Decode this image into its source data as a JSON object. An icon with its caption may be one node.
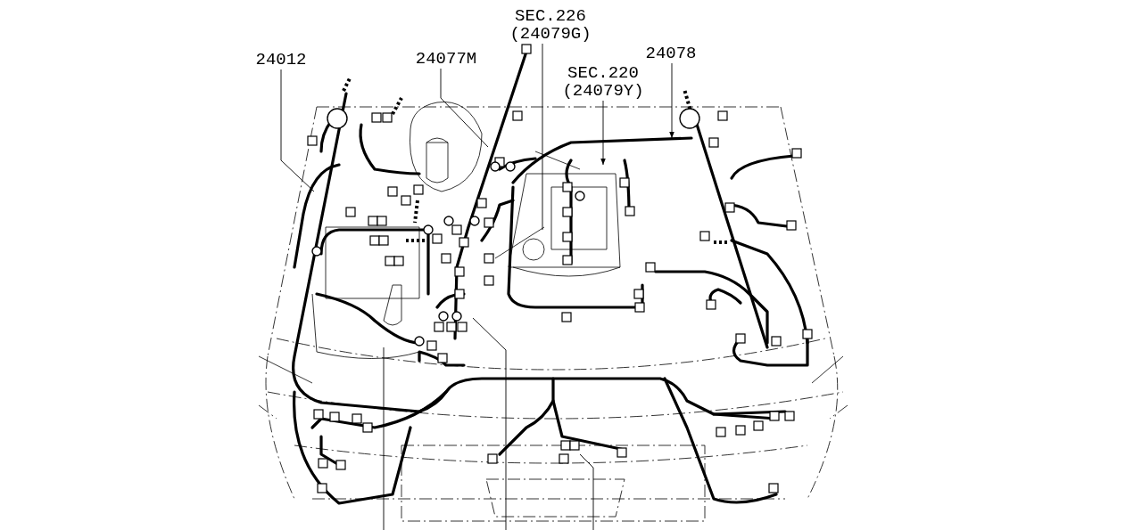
{
  "diagram": {
    "nodes": [
      {
        "text": [
          "24012"
        ]
      },
      {
        "text": [
          "24077M"
        ]
      },
      {
        "text": [
          "SEC.226 (24079G)"
        ]
      },
      {
        "text": [
          "SEC.220 (24079Y)"
        ]
      },
      {
        "text": [
          "24078"
        ]
      }
    ],
    "edges": [
      {
        "from": 0,
        "to": null,
        "arrow": "none"
      },
      {
        "from": 1,
        "to": null,
        "arrow": "none"
      },
      {
        "from": 2,
        "to": null,
        "arrow": "none"
      },
      {
        "from": 3,
        "to": null,
        "arrow": "to"
      },
      {
        "from": 4,
        "to": null,
        "arrow": "to"
      }
    ]
  }
}
